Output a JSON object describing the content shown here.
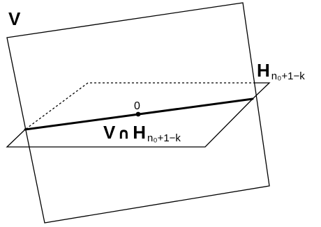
{
  "labels": {
    "plane_v": "V",
    "plane_h_main": "H",
    "plane_h_sub": "n₀+1−k",
    "intersection_v": "V",
    "intersection_cap": "∩",
    "intersection_h": "H",
    "intersection_sub": "n₀+1−k",
    "origin": "0"
  }
}
